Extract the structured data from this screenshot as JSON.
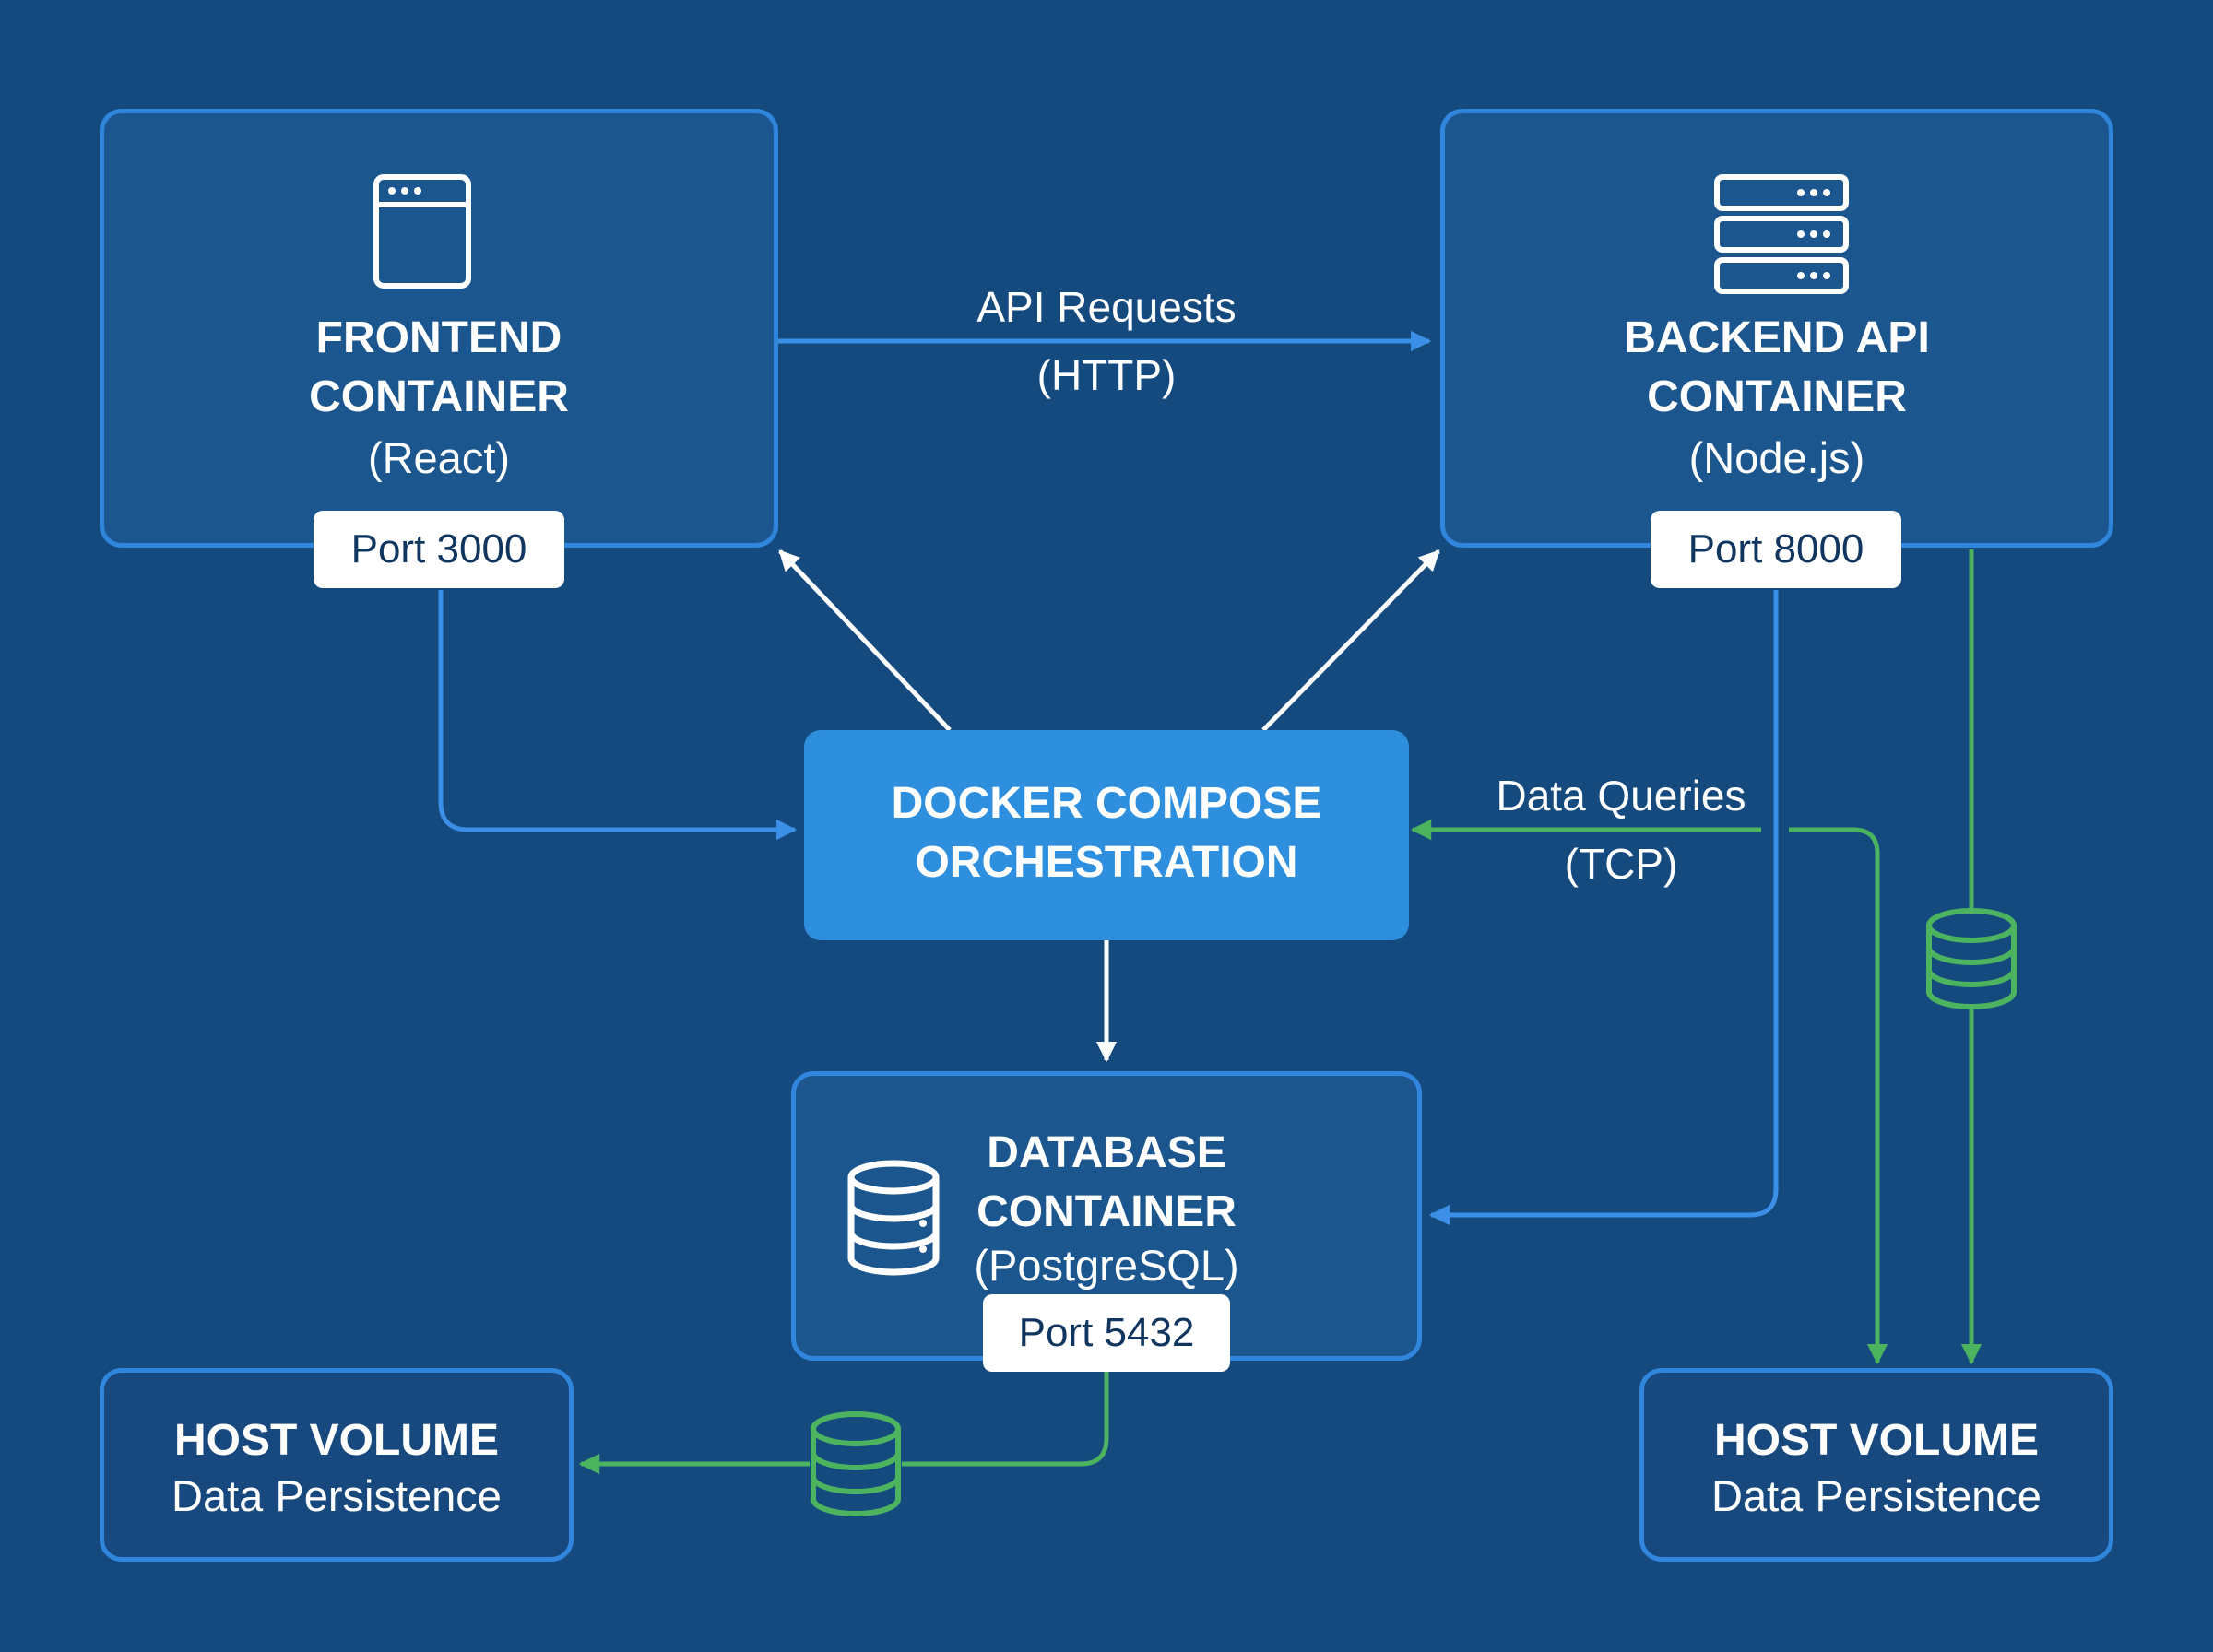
{
  "colors": {
    "background": "#154a7f",
    "box_fill": "#1c568f",
    "box_border": "#2f86dc",
    "orchestrator_fill": "#2e8fdf",
    "link_blue": "#3b8fe6",
    "link_green": "#4cb35e",
    "link_white": "#ffffff"
  },
  "nodes": {
    "frontend": {
      "title_line1": "FRONTEND",
      "title_line2": "CONTAINER",
      "tech": "(React)",
      "port": "Port 3000",
      "icon": "browser-window-icon"
    },
    "backend": {
      "title_line1": "BACKEND API",
      "title_line2": "CONTAINER",
      "tech": "(Node.js)",
      "port": "Port 8000",
      "icon": "server-stack-icon"
    },
    "orchestrator": {
      "title_line1": "DOCKER COMPOSE",
      "title_line2": "ORCHESTRATION"
    },
    "database": {
      "title_line1": "DATABASE",
      "title_line2": "CONTAINER",
      "tech": "(PostgreSQL)",
      "port": "Port 5432",
      "icon": "database-icon"
    },
    "volume_left": {
      "title": "HOST VOLUME",
      "subtitle": "Data Persistence"
    },
    "volume_right": {
      "title": "HOST VOLUME",
      "subtitle": "Data Persistence"
    }
  },
  "edges": {
    "api_requests": {
      "line1": "API Requests",
      "line2": "(HTTP)"
    },
    "data_queries": {
      "line1": "Data Queries",
      "line2": "(TCP)"
    }
  }
}
